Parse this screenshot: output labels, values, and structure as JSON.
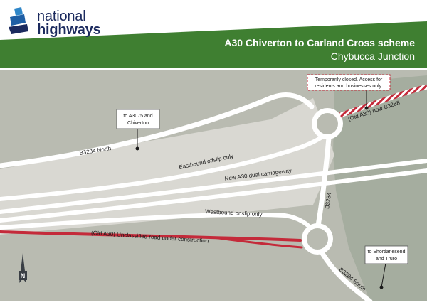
{
  "brand": {
    "name_line1": "national",
    "name_line2": "highways",
    "primary_color": "#1b2a5e",
    "accent_color": "#2f86c8"
  },
  "header": {
    "title": "A30 Chiverton to Carland Cross scheme",
    "subtitle": "Chybucca Junction",
    "banner_color": "#3f7f31"
  },
  "map": {
    "land_color": "#b9bbb1",
    "east_land_color": "#a5ad9f",
    "works_color": "#c42a3a",
    "road_labels": {
      "b3284_north": "B3284 North",
      "eastbound_offslip": "Eastbound offslip only",
      "new_a30": "New A30 dual carriageway",
      "westbound_onslip": "Westbound onslip only",
      "old_a30_unclassified": "(Old A30) Unclassified road under construction",
      "b3284": "B3284",
      "b3284_south": "B3284 South",
      "old_a30_b3288": "(Old A30) now B3288"
    },
    "callouts": {
      "chiverton_line1": "to A3075 and",
      "chiverton_line2": "Chiverton",
      "closed_line1": "Temporarily closed. Access for",
      "closed_line2": "residents and businesses only.",
      "truro_line1": "to Shortlanesend",
      "truro_line2": "and Truro"
    },
    "north_label": "N"
  }
}
